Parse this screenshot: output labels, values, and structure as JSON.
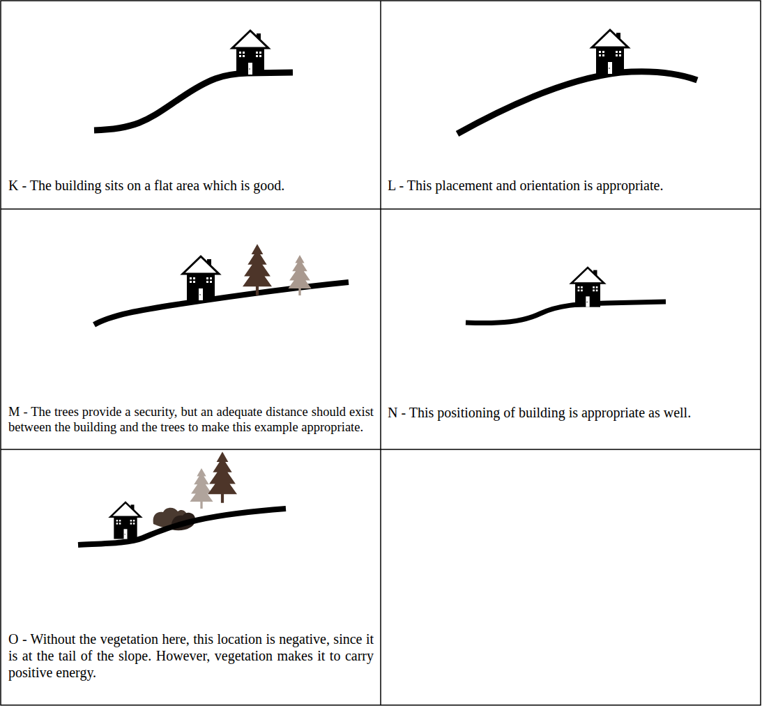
{
  "diagram": {
    "labels": [
      "K - The building sits on a flat area which is good.",
      "L - This placement and orientation is appropriate.",
      "M - The trees provide a security, but an adequate distance should exist between the building and the trees to make this example appropriate.",
      "N - This positioning of building is appropriate as well.",
      "O - Without the vegetation here, this location is negative, since it is at the tail of the slope. However, vegetation makes it to carry positive energy."
    ]
  }
}
